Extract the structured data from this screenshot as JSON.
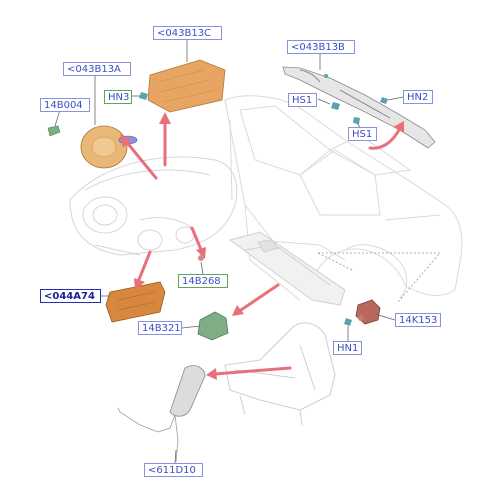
{
  "callouts": {
    "label_043B13C": "<043B13C",
    "label_043B13B": "<043B13B",
    "label_043B13A": "<043B13A",
    "label_14B004": "14B004",
    "label_HN3": "HN3",
    "label_HS1_top": "HS1",
    "label_HN2": "HN2",
    "label_HS1_lower": "HS1",
    "label_044A74": "<044A74",
    "label_14B268": "14B268",
    "label_14B321": "14B321",
    "label_14K153": "14K153",
    "label_HN1": "HN1",
    "label_611D10": "<611D10"
  },
  "colors": {
    "callout_border": "#8a92e0",
    "callout_text": "#3b4fc4",
    "connector_border": "#5aa85a",
    "selected_border": "#2230b8",
    "arrow": "#e8707a",
    "airbag_orange": "#e7a463",
    "module_green": "#7fae86",
    "module_red": "#b9685f",
    "connector_teal": "#5aa3b0"
  }
}
